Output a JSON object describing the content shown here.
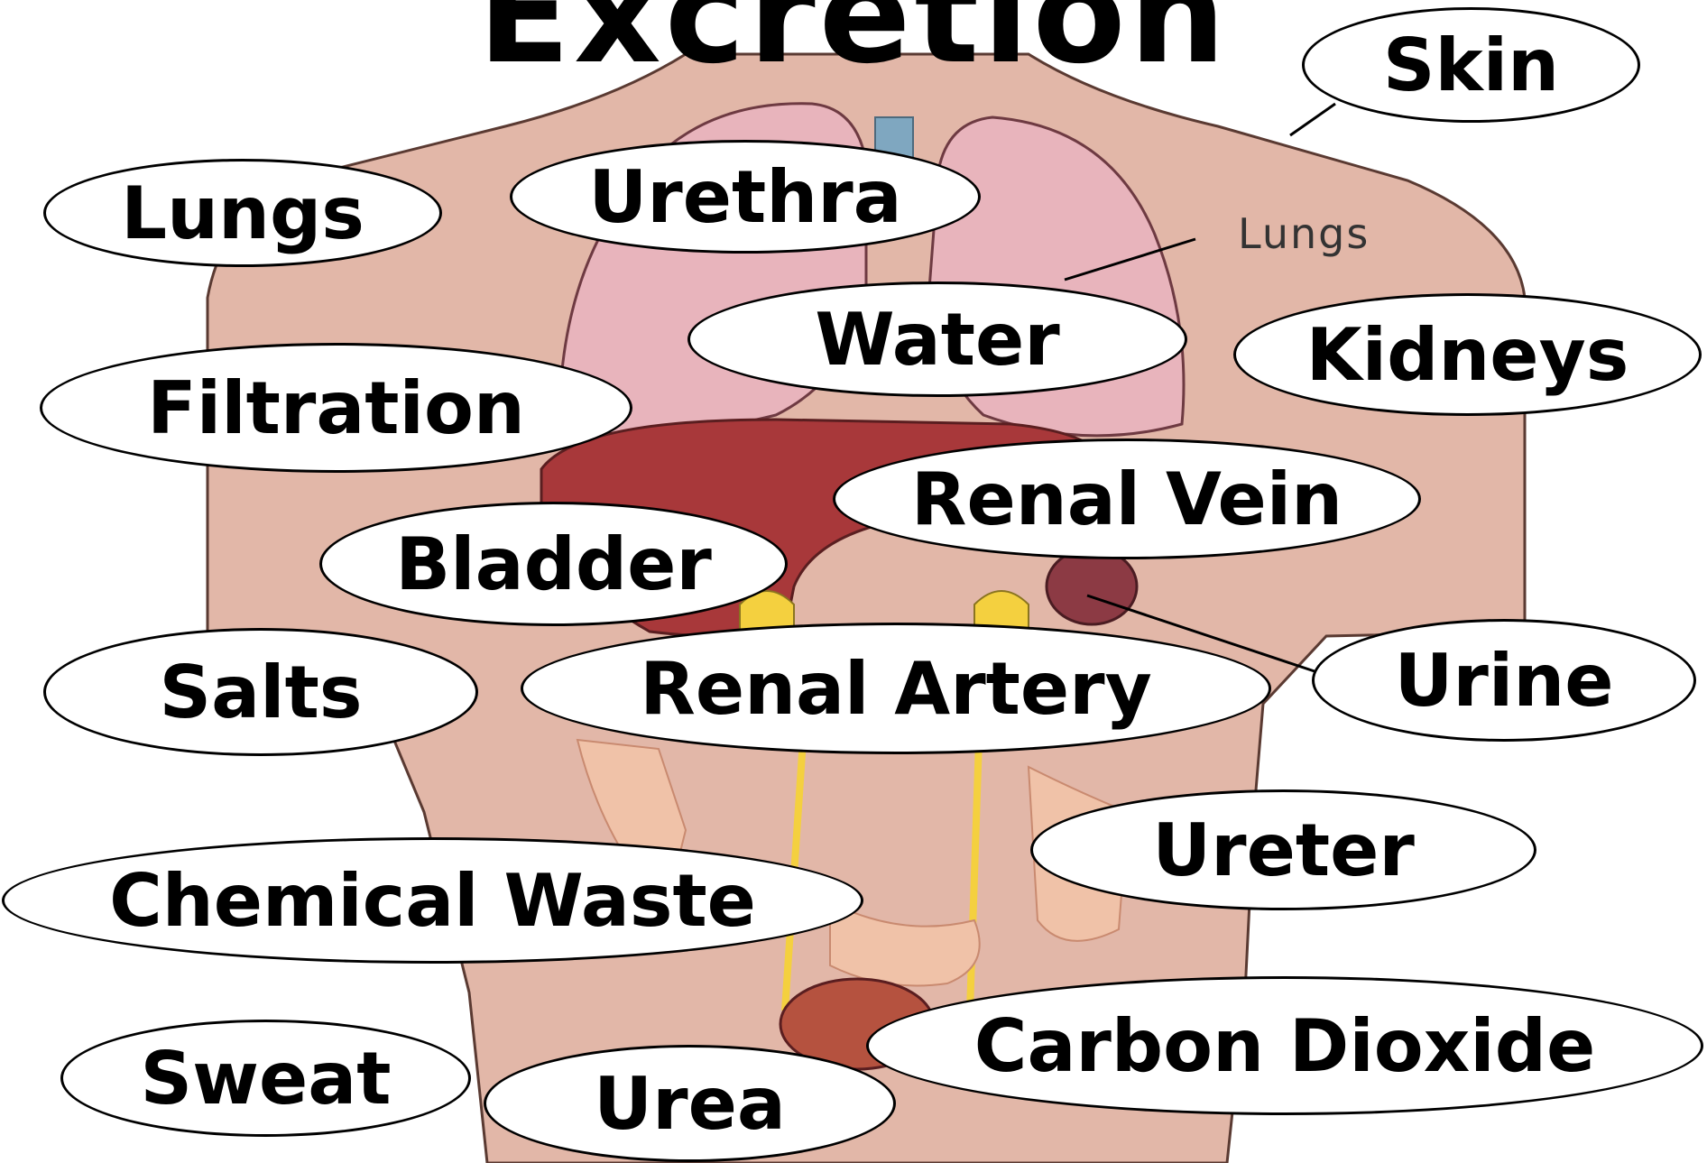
{
  "title": "Excretion",
  "figure_label": "Lungs",
  "labels": [
    "Skin",
    "Lungs",
    "Urethra",
    "Water",
    "Kidneys",
    "Filtration",
    "Renal Vein",
    "Bladder",
    "Salts",
    "Renal Artery",
    "Urine",
    "Ureter",
    "Chemical Waste",
    "Sweat",
    "Urea",
    "Carbon Dioxide"
  ],
  "colors": {
    "skin": "#e2b7a8",
    "body_outline": "#5a3a32",
    "lung": "#e8b4bc",
    "liver": "#a8383a",
    "kidney": "#8c3a44",
    "gland": "#f4d03f",
    "intestine": "#f0c2a8",
    "trachea": "#7fa7c0"
  }
}
